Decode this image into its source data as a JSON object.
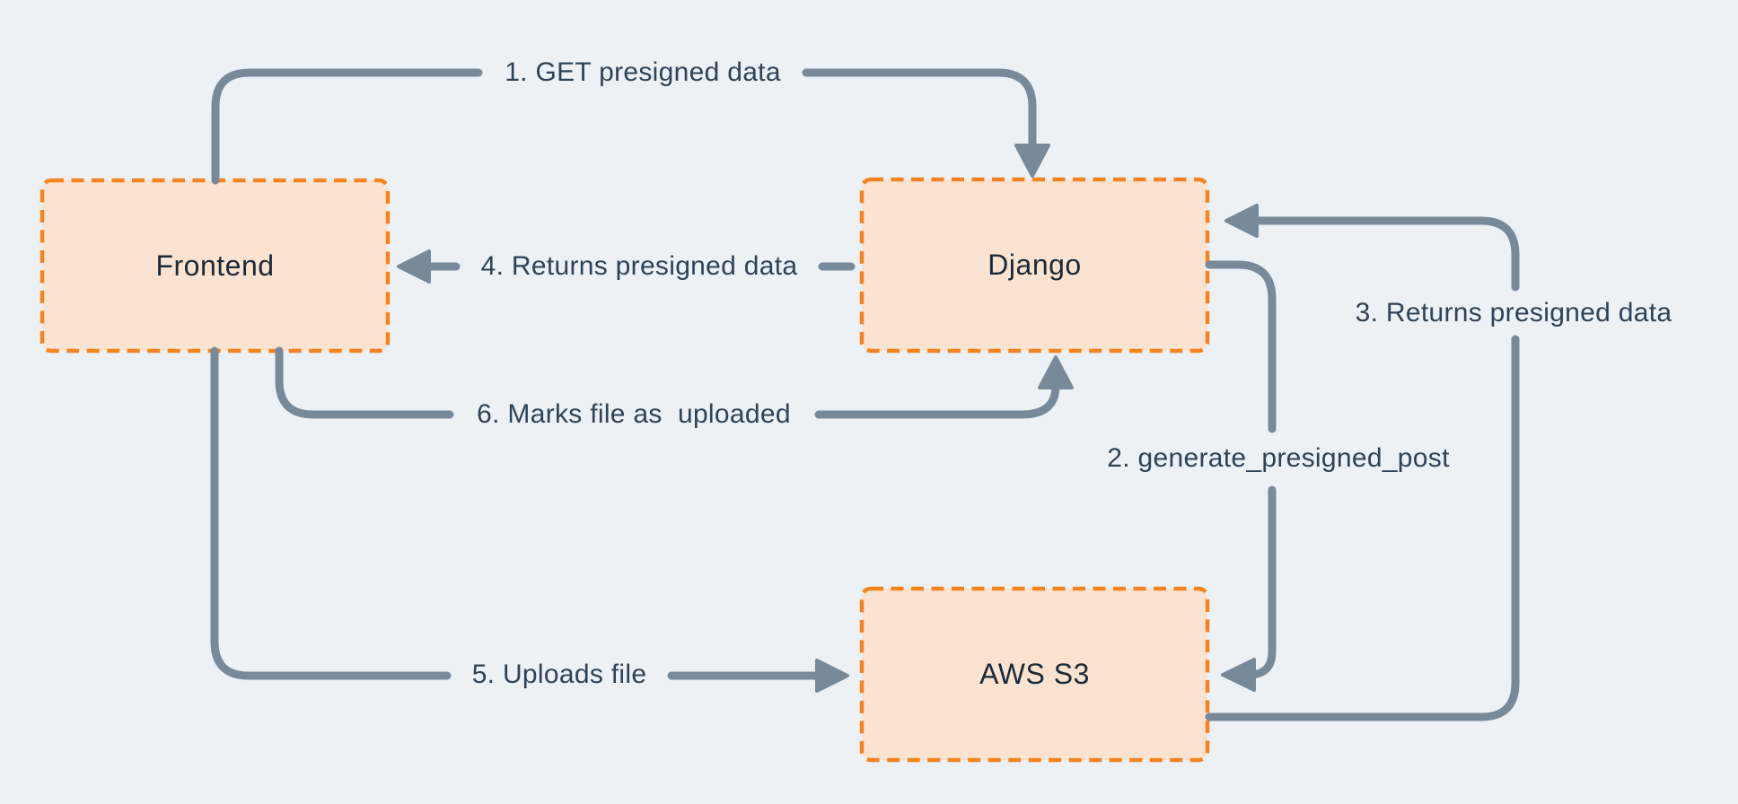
{
  "diagram": {
    "background_color": "#ECF1F5",
    "node_fill_color": "#FBE3D2",
    "node_border_color": "#F5831F",
    "edge_color": "#78899A",
    "edge_label_color": "#2F4355",
    "node_label_color": "#1C2A37",
    "nodes": [
      {
        "id": "frontend",
        "label": "Frontend"
      },
      {
        "id": "django",
        "label": "Django"
      },
      {
        "id": "aws-s3",
        "label": "AWS S3"
      }
    ],
    "edges": [
      {
        "num": 1,
        "label": "1. GET presigned data",
        "from": "frontend",
        "to": "django"
      },
      {
        "num": 2,
        "label": "2. generate_presigned_post",
        "from": "django",
        "to": "aws-s3"
      },
      {
        "num": 3,
        "label": "3. Returns presigned data",
        "from": "aws-s3",
        "to": "django"
      },
      {
        "num": 4,
        "label": "4. Returns presigned data",
        "from": "django",
        "to": "frontend"
      },
      {
        "num": 5,
        "label": "5. Uploads file",
        "from": "frontend",
        "to": "aws-s3"
      },
      {
        "num": 6,
        "label": "6. Marks file as  uploaded",
        "from": "frontend",
        "to": "django"
      }
    ]
  }
}
